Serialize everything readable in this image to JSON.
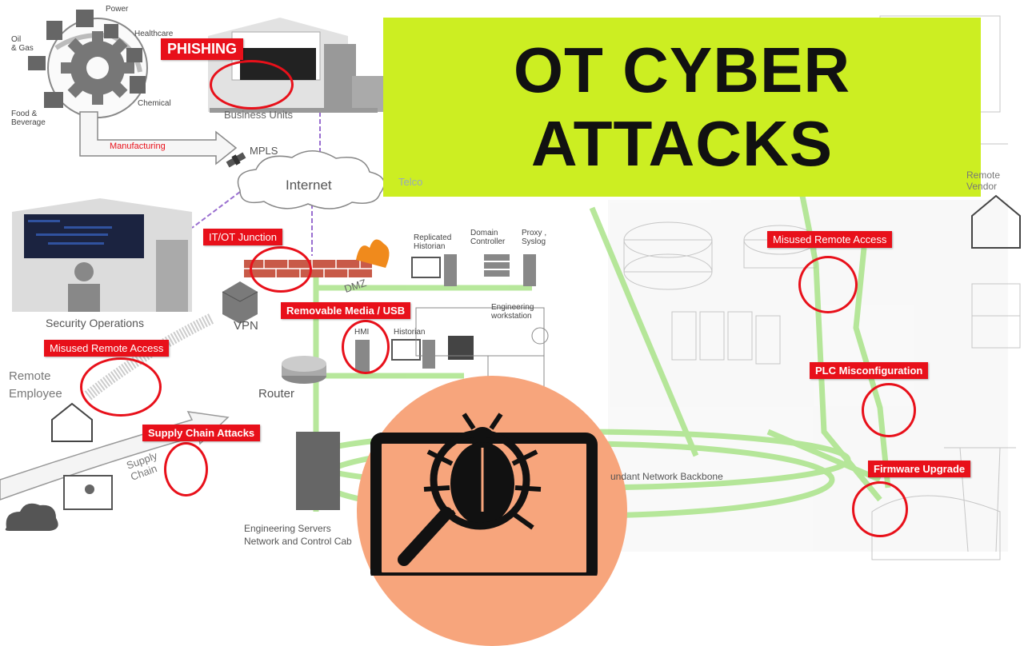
{
  "banner": {
    "line1": "OT CYBER",
    "line2": "ATTACKS",
    "bg": "#ccee22"
  },
  "attack_tags": {
    "phishing": "PHISHING",
    "itot": "IT/OT Junction",
    "removable": "Removable Media / USB",
    "misused_left": "Misused Remote Access",
    "supply": "Supply Chain Attacks",
    "misused_right": "Misused Remote Access",
    "plc": "PLC Misconfiguration",
    "firmware": "Firmware Upgrade"
  },
  "industries": {
    "power": "Power",
    "healthcare": "Healthcare",
    "oil": "Oil\n& Gas",
    "chemical": "Chemical",
    "food": "Food &\nBeverage",
    "manufacturing": "Manufacturing"
  },
  "labels": {
    "business_units": "Business Units",
    "mpls": "MPLS",
    "internet": "Internet",
    "telco": "Telco",
    "security_ops": "Security Operations",
    "vpn": "VPN",
    "dmz": "DMZ",
    "router": "Router",
    "remote_employee": "Remote\nEmployee",
    "supply_chain": "Supply\nChain",
    "replicated_historian": "Replicated\nHistorian",
    "domain_controller": "Domain\nController",
    "proxy_syslog": "Proxy ,\nSyslog",
    "engineering_workstation": "Engineering\nworkstation",
    "hmi": "HMI",
    "historian": "Historian",
    "backbone": "undant Network Backbone",
    "eng_servers": "Engineering Servers\nNetwork and Control Cab",
    "remote_vendor": "Remote\nVendor"
  },
  "colors": {
    "attack": "#e8101a",
    "network": "#8fdc6a",
    "link": "#9a6fd0",
    "bug_bg": "#f7a57c"
  },
  "icons": [
    "gear-icon",
    "globe-icon",
    "cloud-icon",
    "server-icon",
    "router-icon",
    "firewall-icon",
    "bug-icon",
    "magnifier-icon",
    "house-icon",
    "satellite-icon",
    "monitor-icon"
  ]
}
